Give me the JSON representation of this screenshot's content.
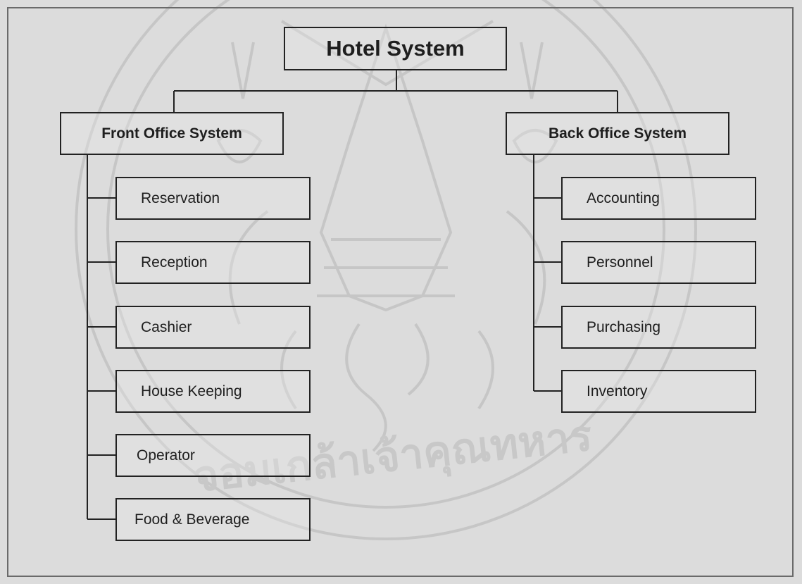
{
  "diagram": {
    "root": "Hotel System",
    "front_office": {
      "label": "Front Office System",
      "children": [
        "Reservation",
        "Reception",
        "Cashier",
        "House Keeping",
        "Operator",
        "Food & Beverage"
      ]
    },
    "back_office": {
      "label": "Back Office System",
      "children": [
        "Accounting",
        "Personnel",
        "Purchasing",
        "Inventory"
      ]
    },
    "watermark_text": "จอมเกล้าเจ้าคุณทหาร"
  },
  "colors": {
    "background": "#dcdcdc",
    "line": "#222222",
    "watermark": "#c4c4c4"
  }
}
